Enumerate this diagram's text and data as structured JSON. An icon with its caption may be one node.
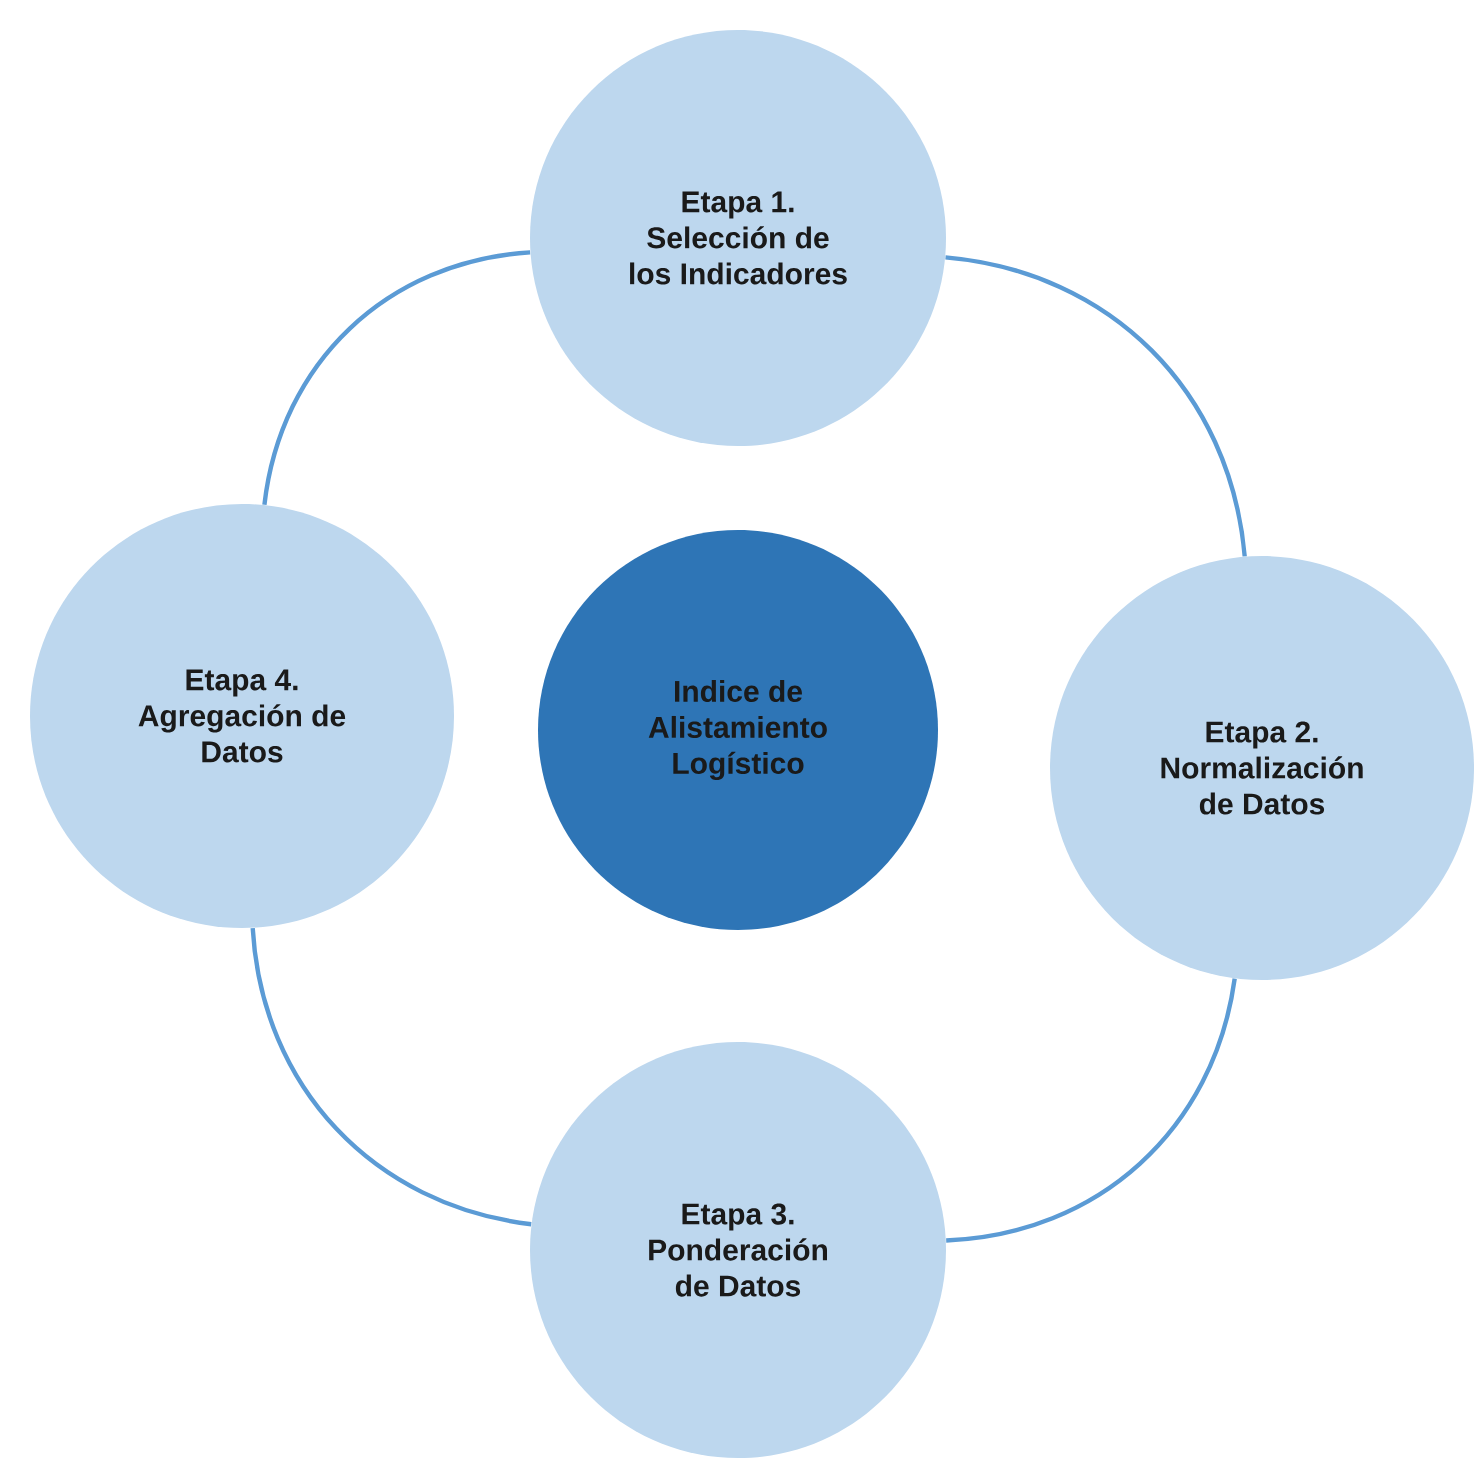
{
  "diagram": {
    "nodes": [
      {
        "text": [
          "Etapa 1. Selección de los Indicadores"
        ]
      },
      {
        "text": [
          "Etapa 4. Agregación de Datos"
        ]
      },
      {
        "text": [
          "Indice de Alistamiento Logístico"
        ]
      },
      {
        "text": [
          "Etapa 2. Normalización de Datos"
        ]
      },
      {
        "text": [
          "Etapa 3. Ponderación de Datos"
        ]
      }
    ],
    "edges": [
      {
        "from": 0,
        "to": 3,
        "arrow": "none"
      },
      {
        "from": 3,
        "to": 4,
        "arrow": "none"
      },
      {
        "from": 4,
        "to": 1,
        "arrow": "none"
      },
      {
        "from": 1,
        "to": 0,
        "arrow": "none"
      }
    ]
  }
}
